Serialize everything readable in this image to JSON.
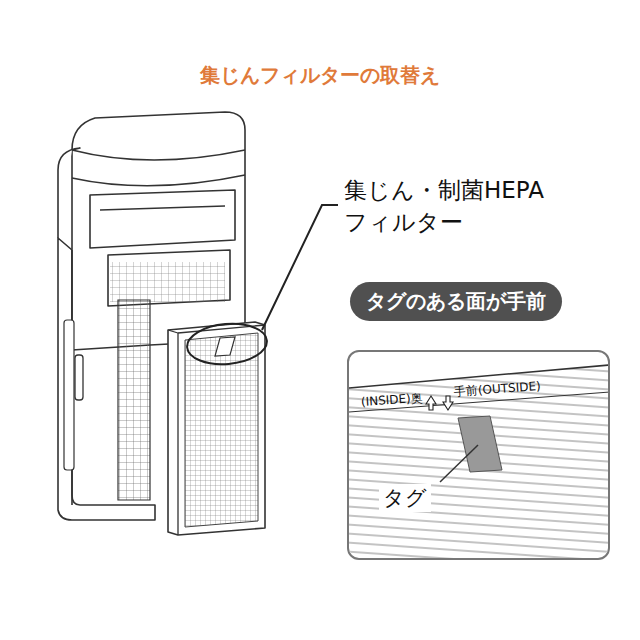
{
  "diagram": {
    "title": "集じんフィルターの取替え",
    "nodes": [
      {
        "text": [
          "タグのある面が手前"
        ]
      },
      {
        "text": [
          "(INSIDE)奥",
          "手前(OUTSIDE)",
          "タグ"
        ]
      }
    ],
    "labels": [
      "集じん・制菌HEPA フィルター"
    ]
  }
}
